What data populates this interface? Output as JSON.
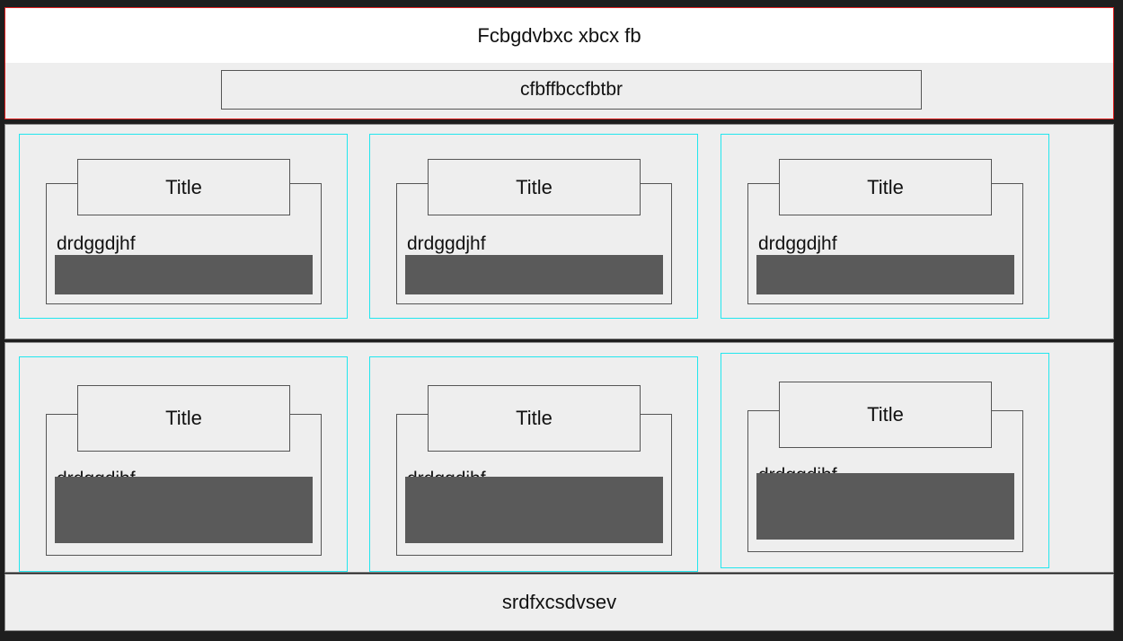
{
  "header": {
    "title": "Fcbgdvbxc xbcx fb"
  },
  "subheader": {
    "label": "cfbffbccfbtbr"
  },
  "rows": [
    {
      "cards": [
        {
          "title": "Title",
          "text": "drdggdjhf"
        },
        {
          "title": "Title",
          "text": "drdggdjhf"
        },
        {
          "title": "Title",
          "text": "drdggdjhf"
        }
      ]
    },
    {
      "cards": [
        {
          "title": "Title",
          "text": "drdggdjhf"
        },
        {
          "title": "Title",
          "text": "drdggdjhf"
        },
        {
          "title": "Title",
          "text": "drdggdjhf"
        }
      ]
    }
  ],
  "footer": {
    "label": "srdfxcsdvsev"
  },
  "colors": {
    "header_border": "#e02020",
    "card_border": "#22e6ee",
    "bar_fill": "#5a5a5a",
    "panel_bg": "#eeeeee",
    "backdrop": "#1e1e1e"
  }
}
